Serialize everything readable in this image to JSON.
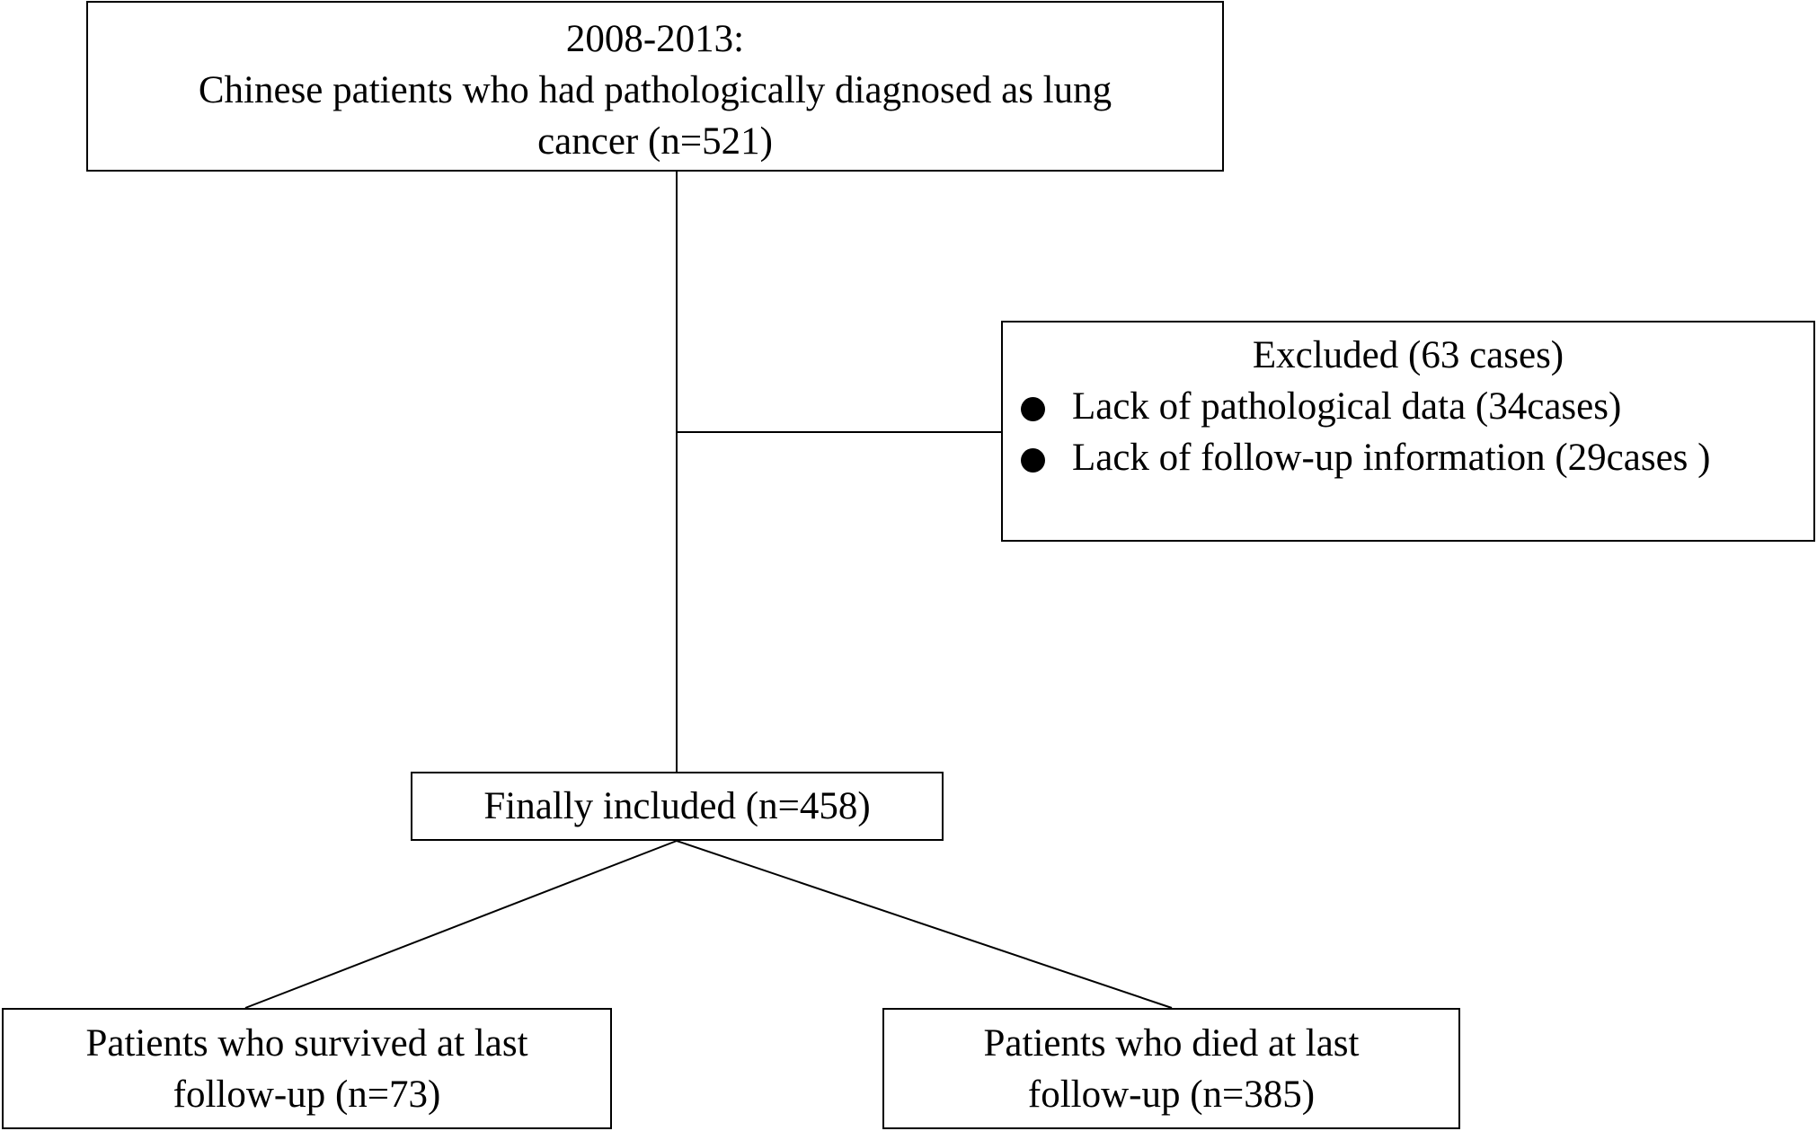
{
  "flowchart": {
    "start_box": {
      "line1": "2008-2013:",
      "line2": "Chinese patients who had pathologically diagnosed as lung",
      "line3": "cancer (n=521)"
    },
    "excluded_box": {
      "title": "Excluded (63 cases)",
      "items": [
        "Lack of pathological data (34cases)",
        "Lack of follow-up information (29cases )"
      ]
    },
    "included_box": {
      "label": "Finally included (n=458)"
    },
    "survived_box": {
      "line1": "Patients who survived at last",
      "line2": "follow-up (n=73)"
    },
    "died_box": {
      "line1": "Patients who died at last",
      "line2": "follow-up (n=385)"
    }
  },
  "colors": {
    "line": "#000000",
    "box_border": "#000000",
    "background": "#ffffff"
  }
}
